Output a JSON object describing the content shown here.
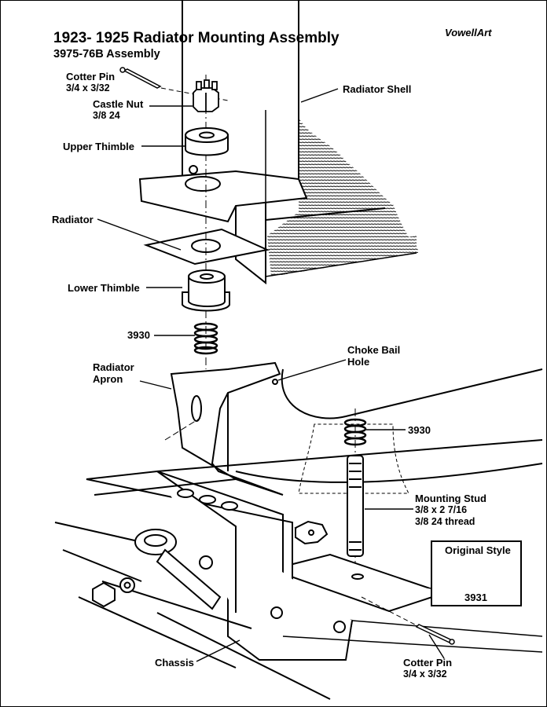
{
  "title": "1923- 1925 Radiator Mounting Assembly",
  "subtitle": "3975-76B Assembly",
  "credit": "VowellArt",
  "labels": {
    "cotter_pin_top": {
      "name": "Cotter Pin",
      "spec": "3/4 x 3/32"
    },
    "castle_nut": {
      "name": "Castle Nut",
      "spec": "3/8 24"
    },
    "upper_thimble": {
      "name": "Upper Thimble"
    },
    "radiator_shell": {
      "name": "Radiator Shell"
    },
    "radiator": {
      "name": "Radiator"
    },
    "lower_thimble": {
      "name": "Lower Thimble"
    },
    "spring_3930_left": {
      "name": "3930"
    },
    "choke_bail_hole": {
      "line1": "Choke Bail",
      "line2": "Hole"
    },
    "radiator_apron": {
      "line1": "Radiator",
      "line2": "Apron"
    },
    "spring_3930_right": {
      "name": "3930"
    },
    "mounting_stud": {
      "name": "Mounting Stud",
      "spec1": "3/8 x 2 7/16",
      "spec2": "3/8 24 thread"
    },
    "original_style": {
      "title": "Original Style",
      "part": "3931"
    },
    "chassis": {
      "name": "Chassis"
    },
    "cotter_pin_bottom": {
      "name": "Cotter Pin",
      "spec": "3/4 x 3/32"
    }
  }
}
